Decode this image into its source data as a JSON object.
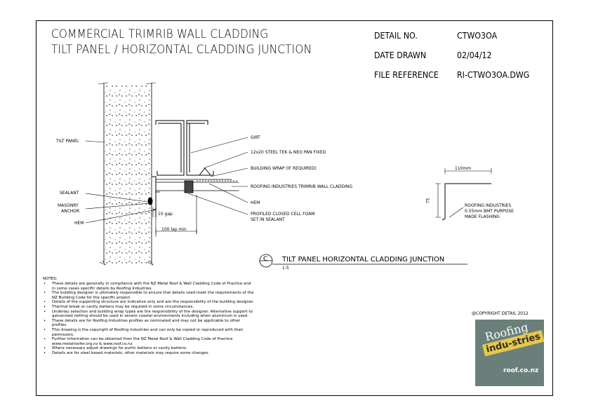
{
  "title": {
    "line1": "COMMERCIAL TRIMRIB WALL CLADDING",
    "line2": "TILT PANEL / HORIZONTAL CLADDING JUNCTION"
  },
  "meta": {
    "detail_no_label": "DETAIL NO.",
    "detail_no_value": "CTWO3OA",
    "date_label": "DATE DRAWN",
    "date_value": "02/04/12",
    "file_label": "FILE REFERENCE",
    "file_value": "RI-CTWO3OA.DWG"
  },
  "labels": {
    "tilt_panel": "TILT PANEL",
    "girt": "GIRT",
    "tek": "12x20 STEEL TEK & NEO PAN FIXED",
    "wrap": "BUILDING WRAP (IF REQUIRED)",
    "cladding": "ROOFING INDUSTRIES TRIMRIB WALL CLADDING",
    "sealant": "SEALANT",
    "masonry1": "MASONRY",
    "masonry2": "ANCHOR",
    "hem_right": "HEM",
    "hem_left": "HEM",
    "foam1": "PROFILED CLOSED CELL FOAM",
    "foam2": "SET IN SEALANT",
    "gap": "10 gap",
    "lap": "100 lap min"
  },
  "flashing": {
    "width": "110mm",
    "height": "75",
    "note1": "ROOFING INDUSTRIES",
    "note2": "0.55mm BMT PURPOSE",
    "note3": "MADE FLASHING"
  },
  "section": {
    "letter": "C",
    "title": "TILT PANEL HORIZONTAL CLADDING JUNCTION",
    "scale": "1:5"
  },
  "notes": {
    "heading": "NOTES:",
    "items": [
      "These details are generally in compliance with the NZ Metal Roof & Wall Cladding Code of Practice and in some cases specific details by Roofing Industries.",
      "The building designer is ultimately responsible to ensure that details used meet the requirements of the NZ Building Code for the specific project.",
      "Details of the supporting structure are indicative only and are the responsibility of the building designer.",
      "Thermal break or cavity battens may be required in some circumstances.",
      "Underlay selection and building wrap types are the responsibility of the designer. Alternative support to galvanised netting should be used in severe coastal environments including when aluminium is used.",
      "These details are for Roofing Industries profiles as nominated and may not be applicable to other profiles.",
      "This drawing is the copyright of Roofing Industries and can only be copied or reproduced with their permission.",
      "Further information can be obtained from the NZ Metal Roof & Wall Cladding Code of Practice www.metalroofer.org.nz & www.roof.co.nz",
      "Where necessary adjust drawings for purlin battens or cavity battens.",
      "Details are for steel based materials, other materials may require some changes."
    ]
  },
  "copyright": "@COPYRIGHT DETAIL 2012",
  "logo": {
    "word1": "Roofing",
    "word2": "indu-stries",
    "word3": "roof.co.nz"
  }
}
